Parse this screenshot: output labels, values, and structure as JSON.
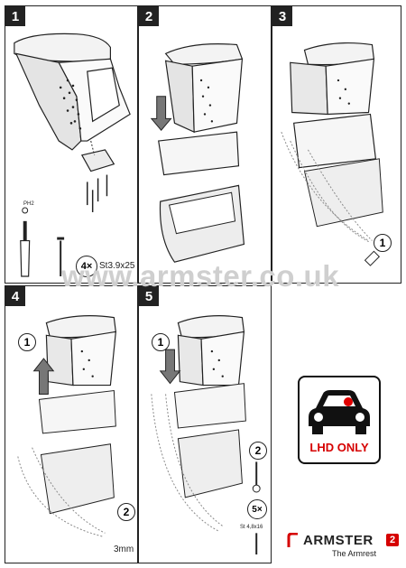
{
  "panels": {
    "p1": {
      "step": "1",
      "qty": "4×",
      "screw_label": "St3.9x25",
      "tool_label": "PH2"
    },
    "p2": {
      "step": "2"
    },
    "p3": {
      "step": "3",
      "callout": "1"
    },
    "p4": {
      "step": "4",
      "callout_a": "1",
      "callout_b": "2",
      "hex_label": "3mm"
    },
    "p5": {
      "step": "5",
      "callout_a": "1",
      "callout_b": "2",
      "qty": "5×",
      "screw_label": "St 4,8x16"
    }
  },
  "watermark": "www.armster.co.uk",
  "badge": {
    "text": "LHD ONLY",
    "dot_color": "#e00000"
  },
  "brand": {
    "name": "ARMSTER",
    "number": "2",
    "tagline": "The Armrest",
    "accent": "#d60000"
  }
}
